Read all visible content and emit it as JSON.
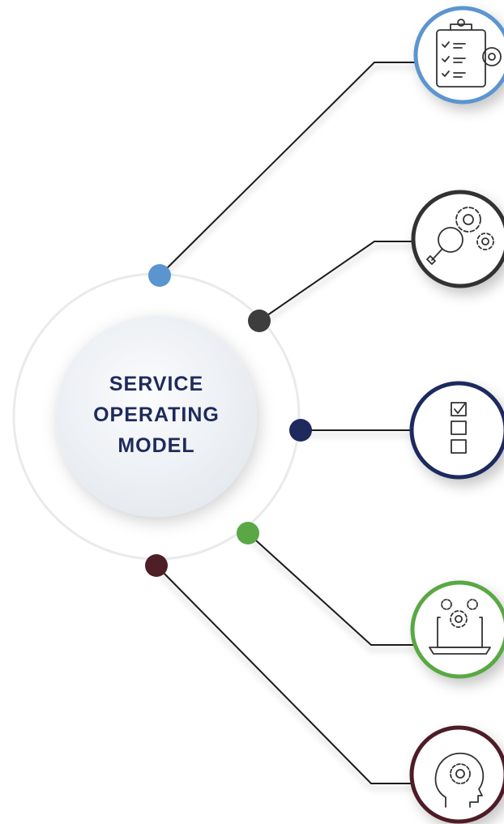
{
  "center": {
    "title_lines": [
      "SERVICE",
      "OPERATING",
      "MODEL"
    ]
  },
  "colors": {
    "text": "#1f2a5c",
    "ring": "#e6e8ec",
    "disc": "#eef2f6",
    "spokes": [
      "#5b95cf",
      "#3d3d3d",
      "#1e2a5e",
      "#5aa845",
      "#4e1f27"
    ]
  },
  "spokes": [
    {
      "name": "spoke-1",
      "icon": "clipboard-checklist-gear-icon",
      "color": "#5b95cf"
    },
    {
      "name": "spoke-2",
      "icon": "magnifier-gears-icon",
      "color": "#3d3d3d"
    },
    {
      "name": "spoke-3",
      "icon": "checkbox-list-icon",
      "color": "#1e2a5e"
    },
    {
      "name": "spoke-4",
      "icon": "laptop-gears-icon",
      "color": "#5aa845"
    },
    {
      "name": "spoke-5",
      "icon": "head-gear-icon",
      "color": "#4e1f27"
    }
  ]
}
